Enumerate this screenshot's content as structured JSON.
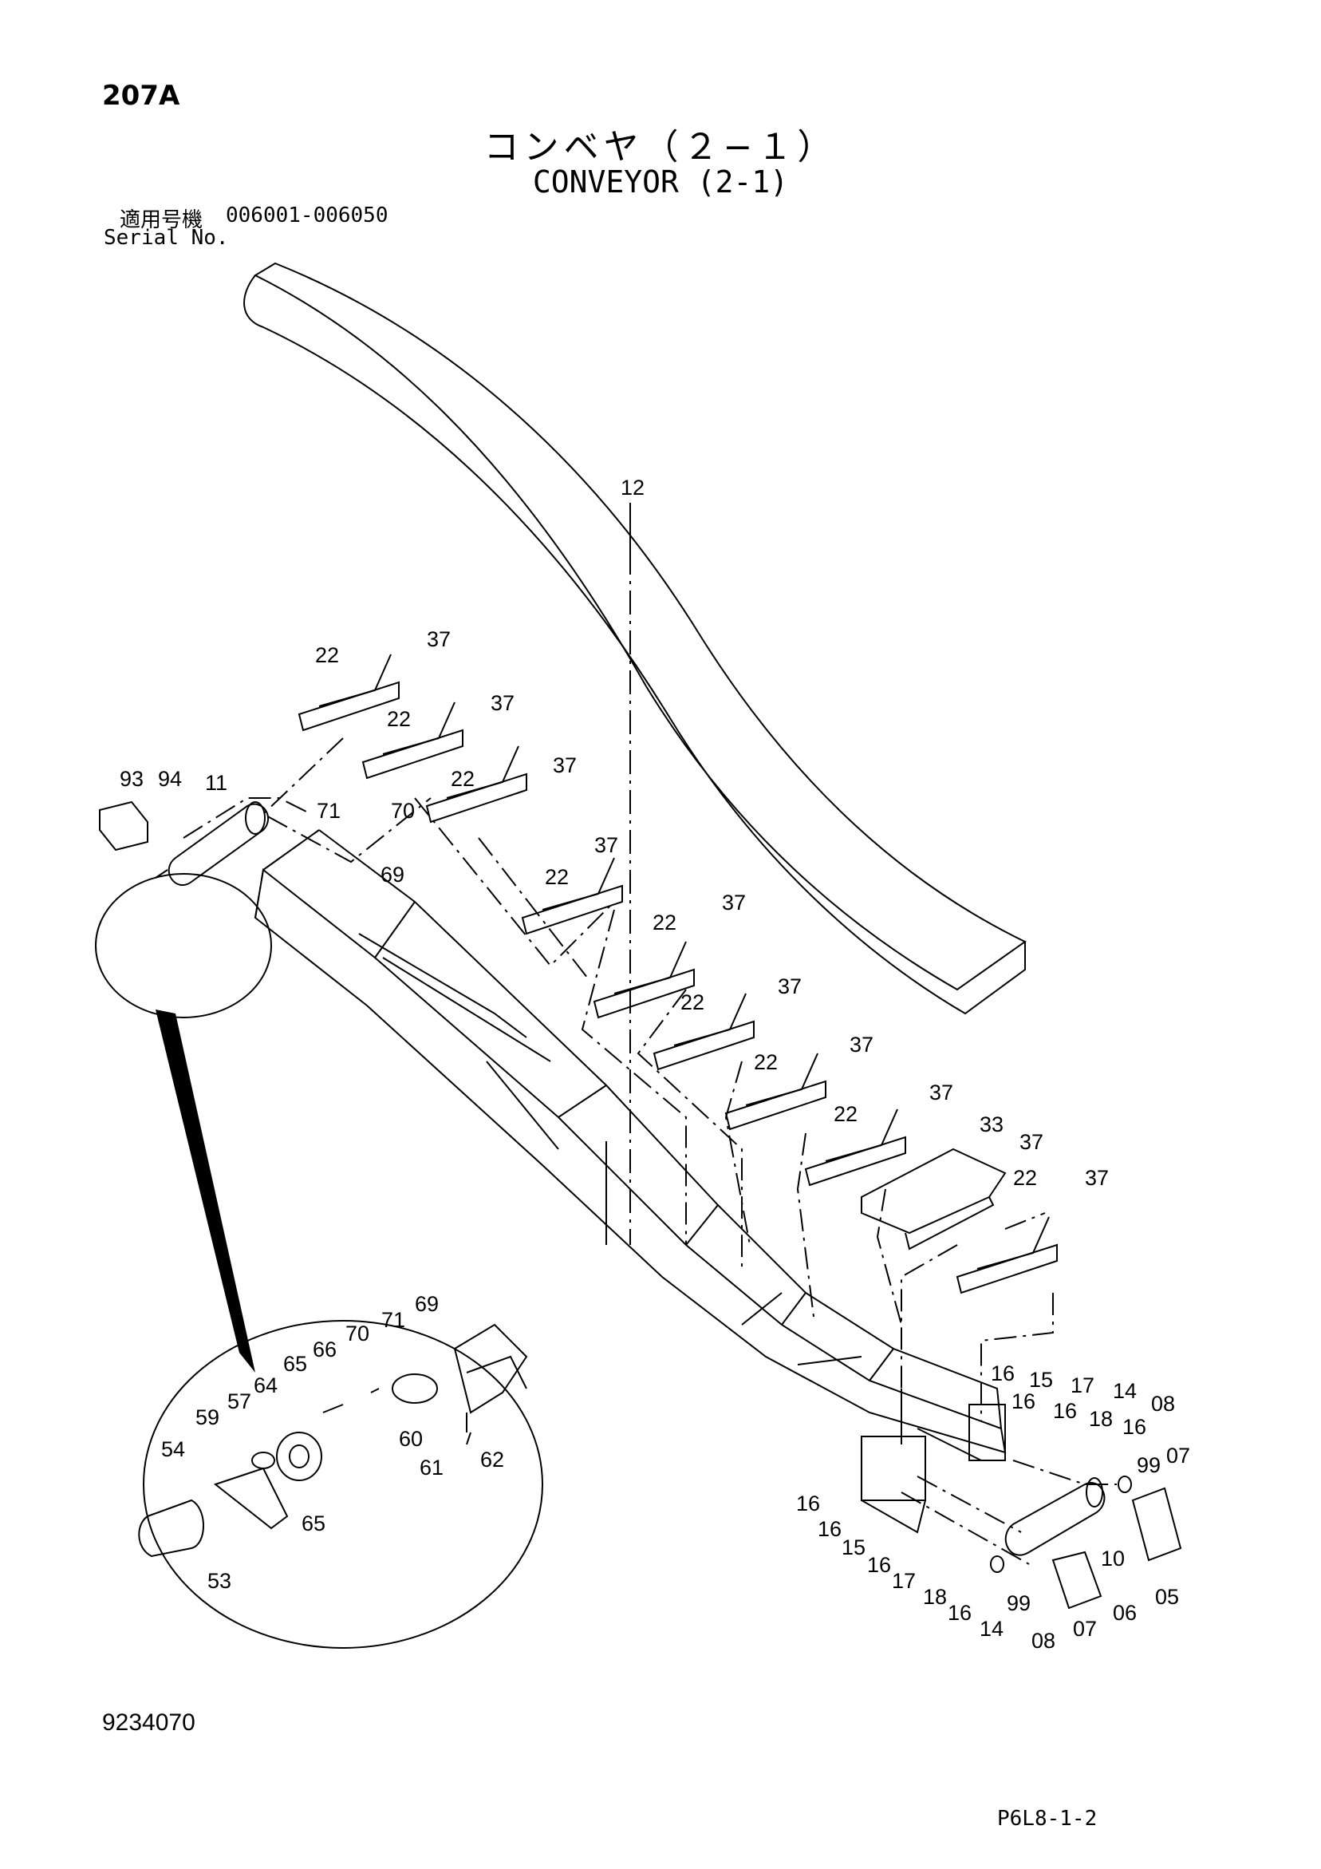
{
  "header": {
    "page_id": "207A",
    "title_jp": "コンベヤ（２−１）",
    "title_en": "CONVEYOR (2-1)",
    "serial_label_jp": "適用号機",
    "serial_range": "006001-006050",
    "serial_label_en": "Serial No."
  },
  "footer": {
    "doc_number": "9234070",
    "page_code": "P6L8-1-2"
  },
  "callouts": {
    "belt": "12",
    "idler": "22",
    "idler_bolt": "37",
    "cover": "33",
    "head_roller": "11",
    "motor_cover": "93",
    "motor_cover_screw": "94",
    "bracket_71": "71",
    "bracket_70": "70",
    "bearing_69": "69",
    "tail_roller": "10",
    "tail_bearing": "14",
    "tail_parts": [
      "16",
      "15",
      "17",
      "18",
      "99",
      "08",
      "07",
      "06",
      "05"
    ],
    "detail_parts": [
      "54",
      "59",
      "57",
      "64",
      "65",
      "66",
      "70",
      "71",
      "69",
      "60",
      "61",
      "62",
      "53"
    ]
  }
}
